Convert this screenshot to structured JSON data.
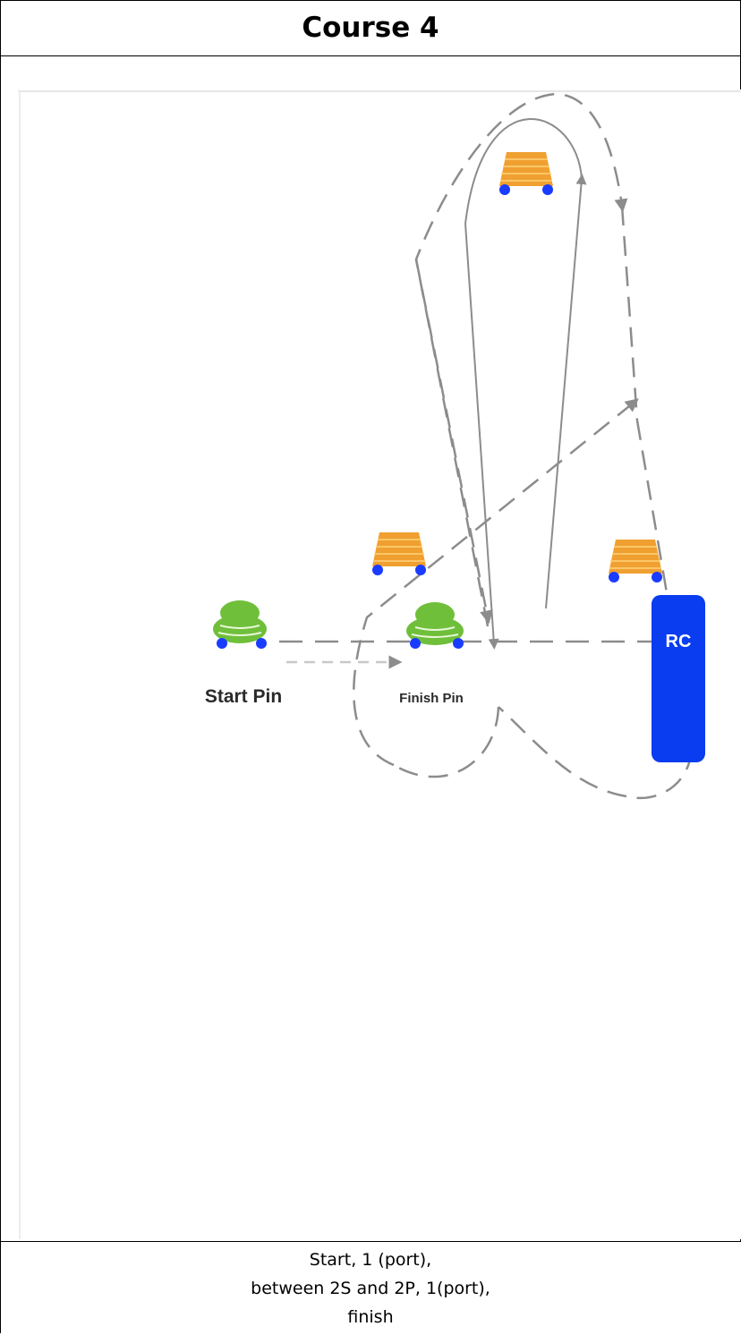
{
  "title": "Course 4",
  "caption": [
    "Start, 1 (port),",
    "between 2S and 2P, 1(port),",
    "finish"
  ],
  "diagram": {
    "start_pin_label": "Start Pin",
    "finish_pin_label": "Finish Pin",
    "committee_boat_label": "RC",
    "colors": {
      "mark_orange": "#f0a030",
      "mark_blue": "#1a3cff",
      "pin_green": "#6fbf3a",
      "rc_blue": "#0a3cf0",
      "course_line": "#8c8c8c"
    }
  }
}
